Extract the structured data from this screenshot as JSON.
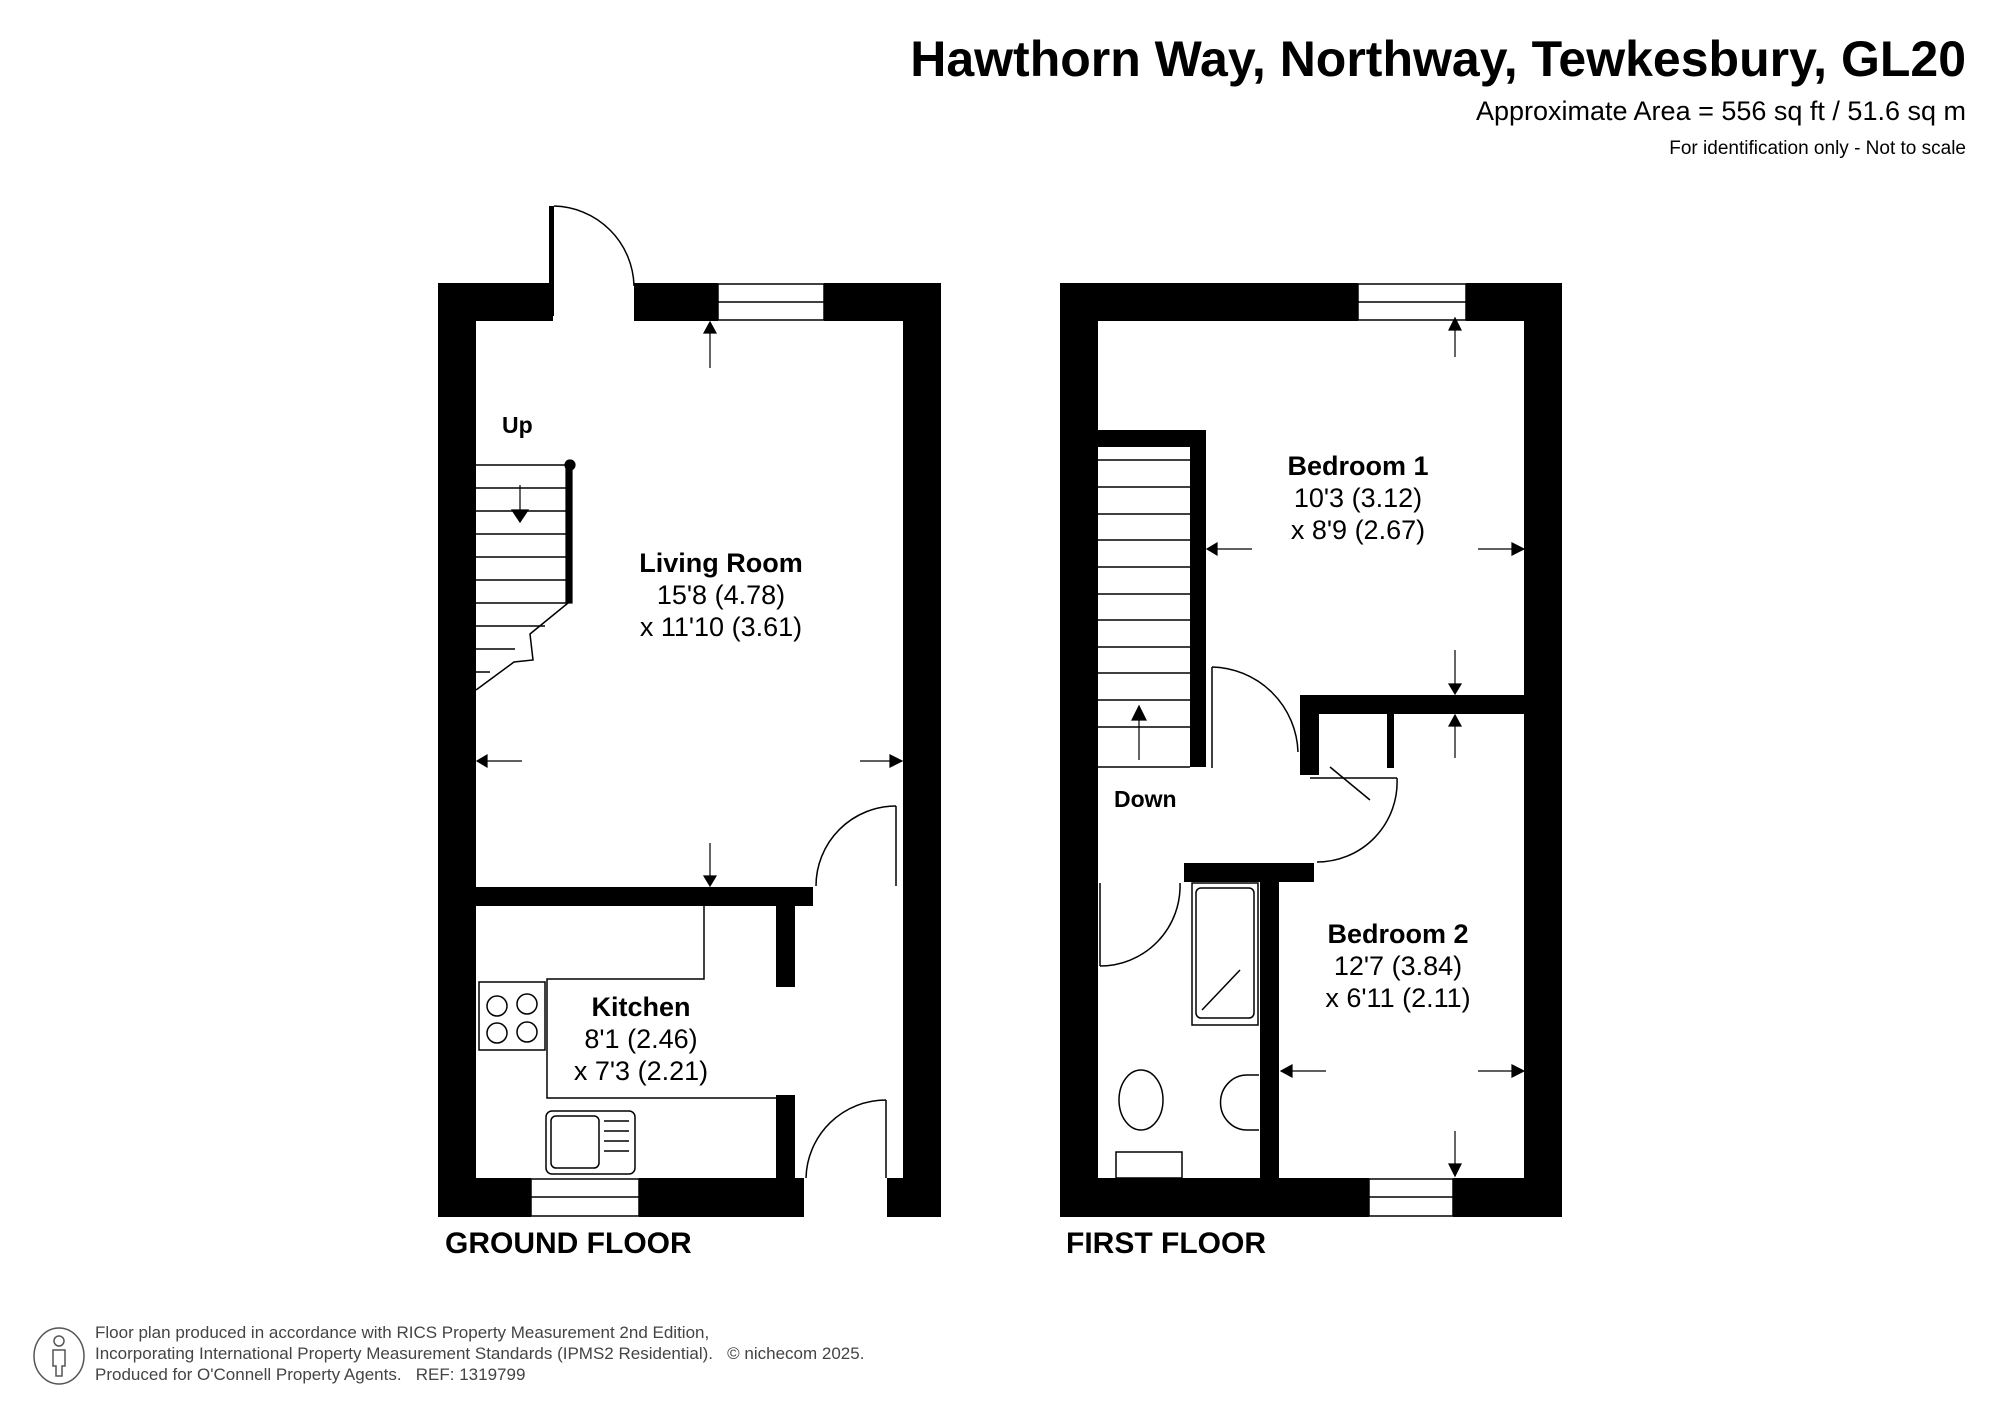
{
  "header": {
    "title": "Hawthorn Way, Northway, Tewkesbury, GL20",
    "area": "Approximate Area = 556 sq ft / 51.6 sq m",
    "note": "For identification only - Not to scale"
  },
  "ground_floor": {
    "label": "GROUND FLOOR",
    "stairs_label": "Up",
    "rooms": [
      {
        "name": "Living Room",
        "dim1": "15'8 (4.78)",
        "dim2": "x 11'10 (3.61)"
      },
      {
        "name": "Kitchen",
        "dim1": "8'1 (2.46)",
        "dim2": "x 7'3 (2.21)"
      }
    ]
  },
  "first_floor": {
    "label": "FIRST FLOOR",
    "stairs_label": "Down",
    "rooms": [
      {
        "name": "Bedroom 1",
        "dim1": "10'3 (3.12)",
        "dim2": "x 8'9 (2.67)"
      },
      {
        "name": "Bedroom 2",
        "dim1": "12'7 (3.84)",
        "dim2": "x 6'11 (2.11)"
      }
    ]
  },
  "footer": {
    "icon": "person-icon",
    "line1": "Floor plan produced in accordance with RICS Property Measurement 2nd Edition,",
    "line2": "Incorporating International Property Measurement Standards (IPMS2 Residential).",
    "copyright": "© nichecom 2025.",
    "line3": "Produced for O'Connell Property Agents.",
    "ref": "REF: 1319799"
  }
}
